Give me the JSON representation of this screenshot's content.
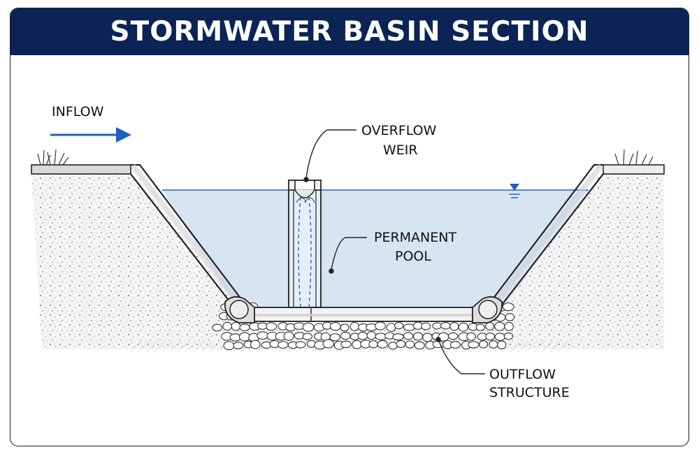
{
  "title": "STORMWATER BASIN SECTION",
  "labels": {
    "inflow": "INFLOW",
    "overflow_weir_line1": "OVERFLOW",
    "overflow_weir_line2": "WEIR",
    "permanent_pool_line1": "PERMANENT",
    "permanent_pool_line2": "POOL",
    "outflow_line1": "OUTFLOW",
    "outflow_line2": "STRUCTURE"
  },
  "colors": {
    "title_bg": "#0b2455",
    "water": "#d7e5f3",
    "water_line": "#2a63b8",
    "arrow": "#1f5fbf",
    "soil_dot": "#555555"
  },
  "icons": {
    "water_level": "water-surface-triangle-icon",
    "inflow": "arrow-right-icon"
  }
}
